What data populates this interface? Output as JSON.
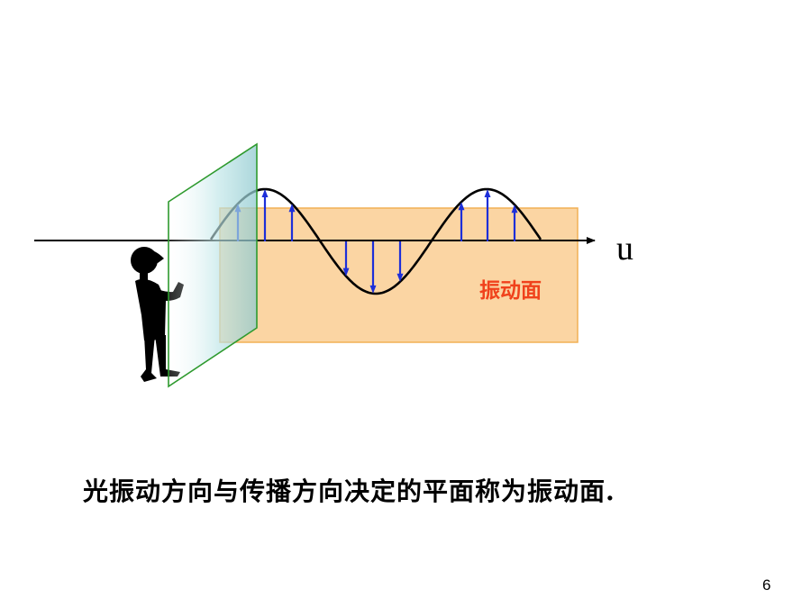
{
  "diagram": {
    "plane_label": "振动面",
    "axis_label": "u",
    "caption": "光振动方向与传播方向决定的平面称为振动面.",
    "page_number": "6",
    "colors": {
      "vibration_plane_fill": "#fbd5a3",
      "vibration_plane_border": "#f2b055",
      "polarizer_border": "#2e9a2e",
      "polarizer_fill": "#c5e8ea",
      "arrow": "#1d2fd9",
      "wave": "#000000",
      "plane_label": "#f0421c",
      "text": "#000000"
    },
    "icons": {
      "observer": "person-silhouette-icon",
      "polarizer": "polarizer-sheet-icon"
    }
  }
}
